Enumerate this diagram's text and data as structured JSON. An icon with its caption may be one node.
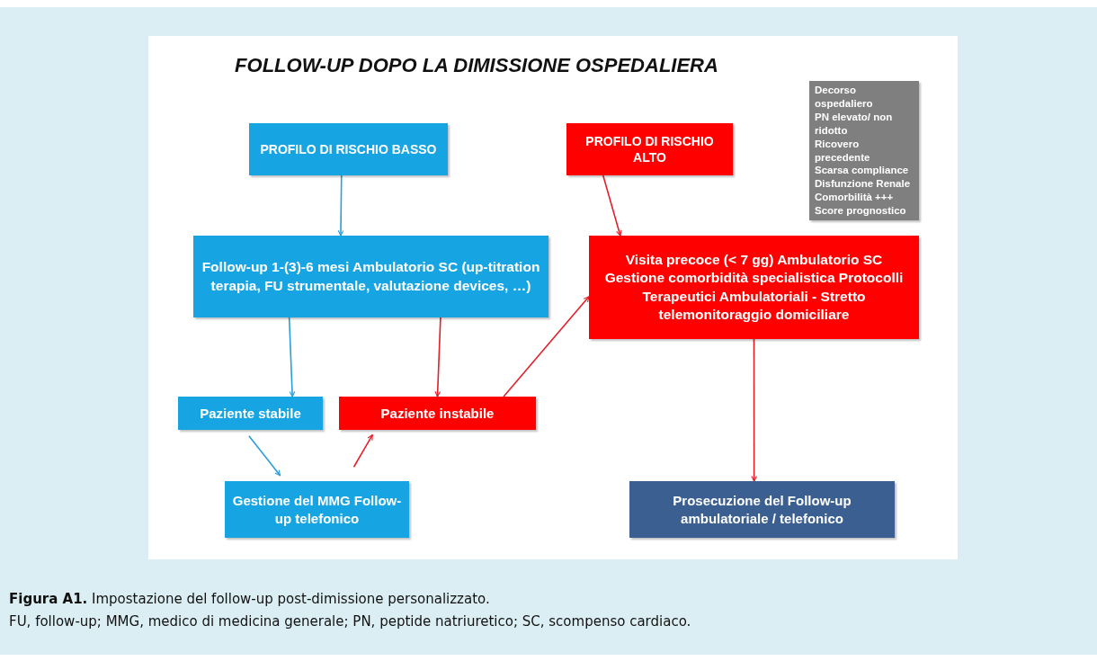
{
  "diagram": {
    "title": "FOLLOW-UP DOPO LA DIMISSIONE OSPEDALIERA",
    "caption": "**Figura A1.** Impostazione del follow-up post-dimissione personalizzato.",
    "nodes": [
      {
        "text": [
          "PROFILO DI RISCHIO BASSO"
        ]
      },
      {
        "text": [
          "PROFILO DI RISCHIO ALTO"
        ]
      },
      {
        "text": [
          "Decorso ospedaliero",
          "PN elevato/ non ridotto",
          "Ricovero precedente",
          "Scarsa compliance",
          "Disfunzione Renale",
          "Comorbilità +++",
          "Score prognostico"
        ]
      },
      {
        "text": [
          "Follow-up 1-(3)-6 mesi Ambulatorio SC (up-titration terapia, FU strumentale, valutazione devices, …)"
        ]
      },
      {
        "text": [
          "Visita precoce (< 7 gg) Ambulatorio SC Gestione comorbidità specialistica Protocolli Terapeutici Ambulatoriali - Stretto telemonitoraggio domiciliare"
        ]
      },
      {
        "text": [
          "Paziente stabile"
        ]
      },
      {
        "text": [
          "Paziente instabile"
        ]
      },
      {
        "text": [
          "Gestione del MMG Follow-up telefonico"
        ]
      },
      {
        "text": [
          "Prosecuzione del Follow-up ambulatoriale / telefonico"
        ]
      }
    ],
    "edges": [
      {
        "from": 0,
        "to": 3,
        "arrow": "to",
        "color": "#2a9fd8"
      },
      {
        "from": 1,
        "to": 4,
        "arrow": "to"
      },
      {
        "from": 3,
        "to": 5,
        "arrow": "to",
        "color": "#2a9fd8"
      },
      {
        "from": 3,
        "to": 6,
        "arrow": "to"
      },
      {
        "from": 6,
        "to": 4,
        "arrow": "to"
      },
      {
        "from": 5,
        "to": 7,
        "arrow": "to",
        "color": "#2a9fd8"
      },
      {
        "from": 7,
        "to": 6,
        "arrow": "to"
      },
      {
        "from": 4,
        "to": 8,
        "arrow": "to"
      }
    ],
    "labels": [
      "FU, follow-up; MMG, medico di medicina generale; PN, peptide natriuretico; SC, scompenso cardiaco."
    ]
  }
}
